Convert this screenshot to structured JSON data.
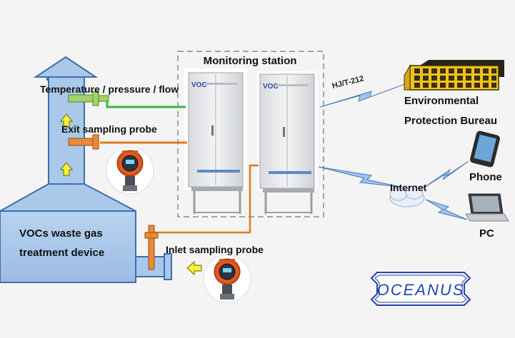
{
  "labels": {
    "monitoring_station": "Monitoring station",
    "protocol": "HJ/T-212",
    "bureau_line1": "Environmental",
    "bureau_line2": "Protection Bureau",
    "phone": "Phone",
    "internet": "Internet",
    "pc": "PC",
    "temp_pressure_flow": "Temperature / pressure / flow",
    "exit_probe": "Exit sampling probe",
    "inlet_probe": "Inlet sampling probe",
    "device_line1": "VOCs waste gas",
    "device_line2": "treatment device",
    "cabinet_brand": "VOC",
    "logo": "OCEANUS"
  },
  "colors": {
    "background": "#f4f4f4",
    "stack_blue": "#a9c8ea",
    "stack_outline": "#3d6fae",
    "green_line": "#3ab54a",
    "orange_line": "#e07a1f",
    "bolt_blue": "#9ec3ef",
    "arrow_yellow": "#f4ef3a",
    "building_yellow": "#f3c316",
    "logo_blue": "#2344b0"
  },
  "icons": [
    "building-icon",
    "phone-icon",
    "laptop-icon",
    "cloud-icon",
    "gas-detector-icon",
    "lightning-link-icon",
    "up-arrow-icon",
    "left-arrow-icon"
  ]
}
